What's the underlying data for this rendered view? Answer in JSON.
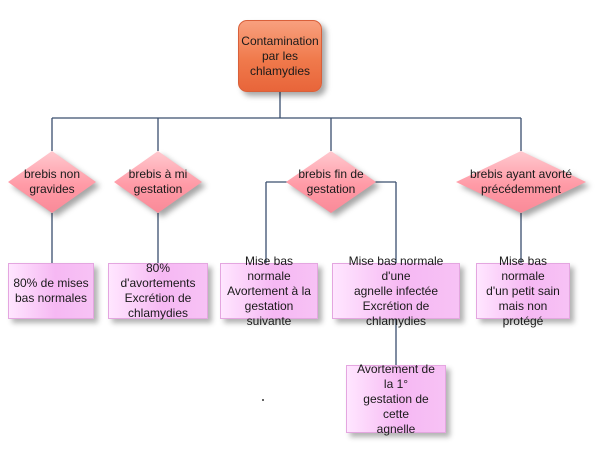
{
  "root": {
    "label": "Contamination\npar les\nchlamydies"
  },
  "categories": [
    {
      "label": "brebis non\ngravides"
    },
    {
      "label": "brebis à mi\ngestation"
    },
    {
      "label": "brebis fin de\ngestation"
    },
    {
      "label": "brebis ayant avorté\nprécédemment"
    }
  ],
  "outcomes": [
    {
      "label": "80% de mises\nbas normales"
    },
    {
      "label": "80% d'avortements\nExcrétion de\nchlamydies"
    },
    {
      "label": "Mise bas normale\nAvortement à la\ngestation suivante"
    },
    {
      "label": "Mise bas normale d'une\nagnelle infectée\nExcrétion de chlamydies"
    },
    {
      "label": "Mise bas normale\nd'un petit sain\nmais non protégé"
    },
    {
      "label": "Avortement de la 1°\ngestation de cette\nagnelle"
    }
  ],
  "colors": {
    "connector": "#3a4f6e",
    "root_fill": "#f07a4c",
    "category_fill": "#ff9aa6",
    "outcome_fill": "#f6b8f3"
  }
}
